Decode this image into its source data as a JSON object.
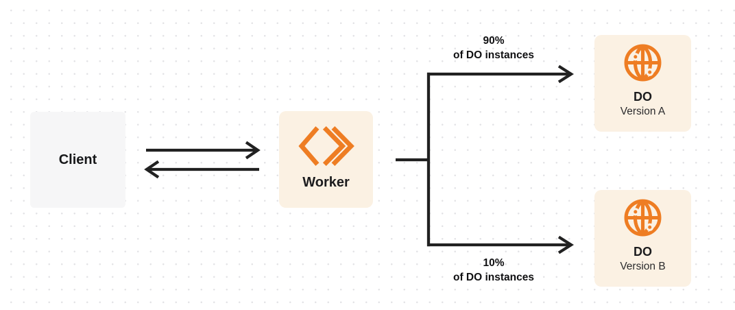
{
  "diagram": {
    "nodes": {
      "client": {
        "label": "Client"
      },
      "worker": {
        "label": "Worker",
        "icon": "workers-icon"
      },
      "do_version_a": {
        "title": "DO",
        "subtitle": "Version A",
        "icon": "globe-icon"
      },
      "do_version_b": {
        "title": "DO",
        "subtitle": "Version B",
        "icon": "globe-icon"
      }
    },
    "edges": {
      "client_worker": {
        "style": "two opposing horizontal arrows"
      },
      "split_top": {
        "percent": "90%",
        "caption": "of DO instances",
        "target": "DO Version A"
      },
      "split_bottom": {
        "percent": "10%",
        "caption": "of DO instances",
        "target": "DO Version B"
      }
    },
    "colors": {
      "accent_orange": "#EE7D23",
      "cream_node_bg": "#FBF1E3",
      "client_node_bg": "#F6F6F7",
      "line_dark": "#212121",
      "text_primary": "#1C1C1E",
      "dot_grid": "#E3E3E6",
      "background": "#FFFFFF"
    }
  }
}
